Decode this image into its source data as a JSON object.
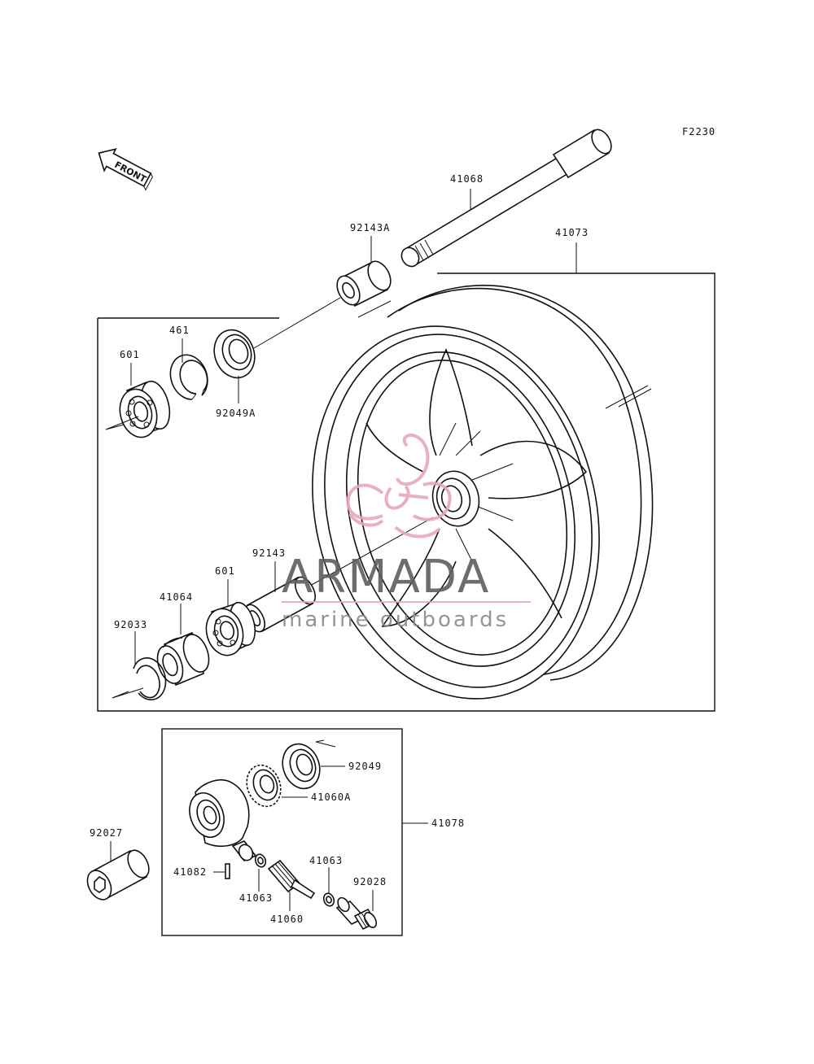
{
  "diagram_code": "F2230",
  "direction_label": "FRONT",
  "parts": {
    "axle": "41068",
    "wheel": "41073",
    "collar_left": "92143A",
    "oil_seal_left": "92049A",
    "circlip_left": "461",
    "bearing_left": "601",
    "collar_center": "92143",
    "bearing_right": "601",
    "hub_cover": "41064",
    "circlip_right": "92033",
    "oil_seal_gearbox": "92049",
    "gear_drive": "41060A",
    "gearbox_assembly": "41078",
    "axle_nut": "92027",
    "washer_upper": "41063",
    "pin": "41082",
    "washer_lower": "41063",
    "pinion": "41060",
    "bushing": "92028"
  },
  "watermark": {
    "brand": "ARMADA",
    "tagline": "marine outboards",
    "logo_color": "#e8a6bf",
    "text_color": "#5e5e5e"
  }
}
